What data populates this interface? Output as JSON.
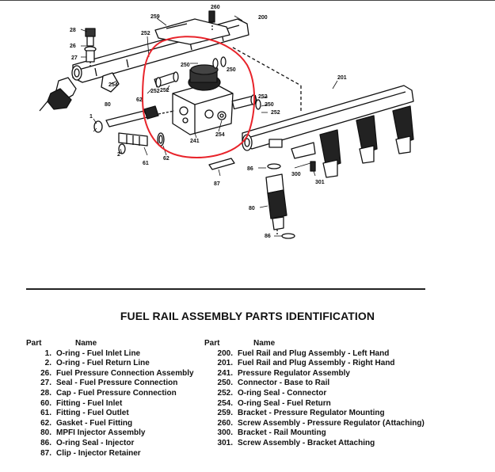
{
  "diagram": {
    "callouts": {
      "c260": "260",
      "c259": "259",
      "c200": "200",
      "c28": "28",
      "c26": "26",
      "c27": "27",
      "c252a": "252",
      "c252b": "252",
      "c252c": "252",
      "c252d": "252",
      "c252e": "252",
      "c250a": "250",
      "c250b": "250",
      "c250c": "250",
      "c201": "201",
      "c254a": "254",
      "c254b": "254",
      "c80a": "80",
      "c80b": "80",
      "c62a": "62",
      "c62b": "62",
      "c1": "1",
      "c241": "241",
      "c2": "2",
      "c61": "61",
      "c86a": "86",
      "c86b": "86",
      "c87": "87",
      "c300": "300",
      "c301": "301"
    },
    "highlight_color": "#e8232a"
  },
  "table": {
    "title": "FUEL RAIL ASSEMBLY PARTS IDENTIFICATION",
    "col_part": "Part",
    "col_name": "Name",
    "left": [
      {
        "num": "1.",
        "name": "O-ring - Fuel Inlet Line"
      },
      {
        "num": "2.",
        "name": "O-ring - Fuel Return Line"
      },
      {
        "num": "26.",
        "name": "Fuel Pressure Connection Assembly"
      },
      {
        "num": "27.",
        "name": "Seal - Fuel Pressure Connection"
      },
      {
        "num": "28.",
        "name": "Cap - Fuel Pressure Connection"
      },
      {
        "num": "60.",
        "name": "Fitting - Fuel Inlet"
      },
      {
        "num": "61.",
        "name": "Fitting - Fuel Outlet"
      },
      {
        "num": "62.",
        "name": "Gasket - Fuel Fitting"
      },
      {
        "num": "80.",
        "name": "MPFI Injector Assembly"
      },
      {
        "num": "86.",
        "name": "O-ring Seal - Injector"
      },
      {
        "num": "87.",
        "name": "Clip - Injector Retainer"
      }
    ],
    "right": [
      {
        "num": "200.",
        "name": "Fuel Rail and Plug Assembly - Left Hand"
      },
      {
        "num": "201.",
        "name": "Fuel Rail and Plug Assembly - Right Hand"
      },
      {
        "num": "241.",
        "name": "Pressure Regulator Assembly"
      },
      {
        "num": "250.",
        "name": "Connector - Base to Rail"
      },
      {
        "num": "252.",
        "name": "O-ring Seal - Connector"
      },
      {
        "num": "254.",
        "name": "O-ring Seal - Fuel  Return"
      },
      {
        "num": "259.",
        "name": "Bracket - Pressure Regulator Mounting"
      },
      {
        "num": "260.",
        "name": "Screw Assembly - Pressure Regulator (Attaching)"
      },
      {
        "num": "300.",
        "name": "Bracket - Rail Mounting"
      },
      {
        "num": "301.",
        "name": "Screw Assembly - Bracket Attaching"
      }
    ]
  }
}
